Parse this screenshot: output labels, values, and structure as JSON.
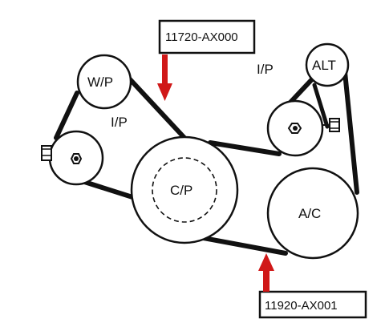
{
  "diagram": {
    "pulleys": {
      "water_pump": "W/P",
      "idler_left": "I/P",
      "idler_right": "I/P",
      "alternator": "ALT",
      "crank": "C/P",
      "ac_compressor": "A/C"
    },
    "callouts": {
      "upper": "11720-AX000",
      "lower": "11920-AX001"
    },
    "colors": {
      "belt": "#111111",
      "arrow": "#d01818",
      "outline": "#111111"
    }
  }
}
